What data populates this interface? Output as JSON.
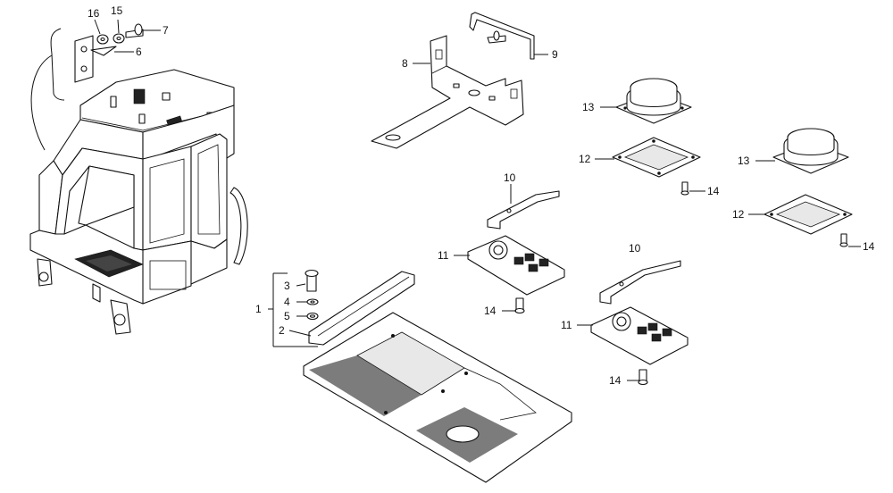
{
  "callouts": [
    {
      "id": "c16",
      "text": "16"
    },
    {
      "id": "c15",
      "text": "15"
    },
    {
      "id": "c7",
      "text": "7"
    },
    {
      "id": "c6",
      "text": "6"
    },
    {
      "id": "c8",
      "text": "8"
    },
    {
      "id": "c9",
      "text": "9"
    },
    {
      "id": "c13a",
      "text": "13"
    },
    {
      "id": "c12a",
      "text": "12"
    },
    {
      "id": "c13b",
      "text": "13"
    },
    {
      "id": "c14a",
      "text": "14"
    },
    {
      "id": "c12b",
      "text": "12"
    },
    {
      "id": "c14b",
      "text": "14"
    },
    {
      "id": "c10a",
      "text": "10"
    },
    {
      "id": "c11a",
      "text": "11"
    },
    {
      "id": "c14c",
      "text": "14"
    },
    {
      "id": "c10b",
      "text": "10"
    },
    {
      "id": "c11b",
      "text": "11"
    },
    {
      "id": "c14d",
      "text": "14"
    },
    {
      "id": "c1",
      "text": "1"
    },
    {
      "id": "c3",
      "text": "3"
    },
    {
      "id": "c4",
      "text": "4"
    },
    {
      "id": "c5",
      "text": "5"
    },
    {
      "id": "c2",
      "text": "2"
    }
  ]
}
